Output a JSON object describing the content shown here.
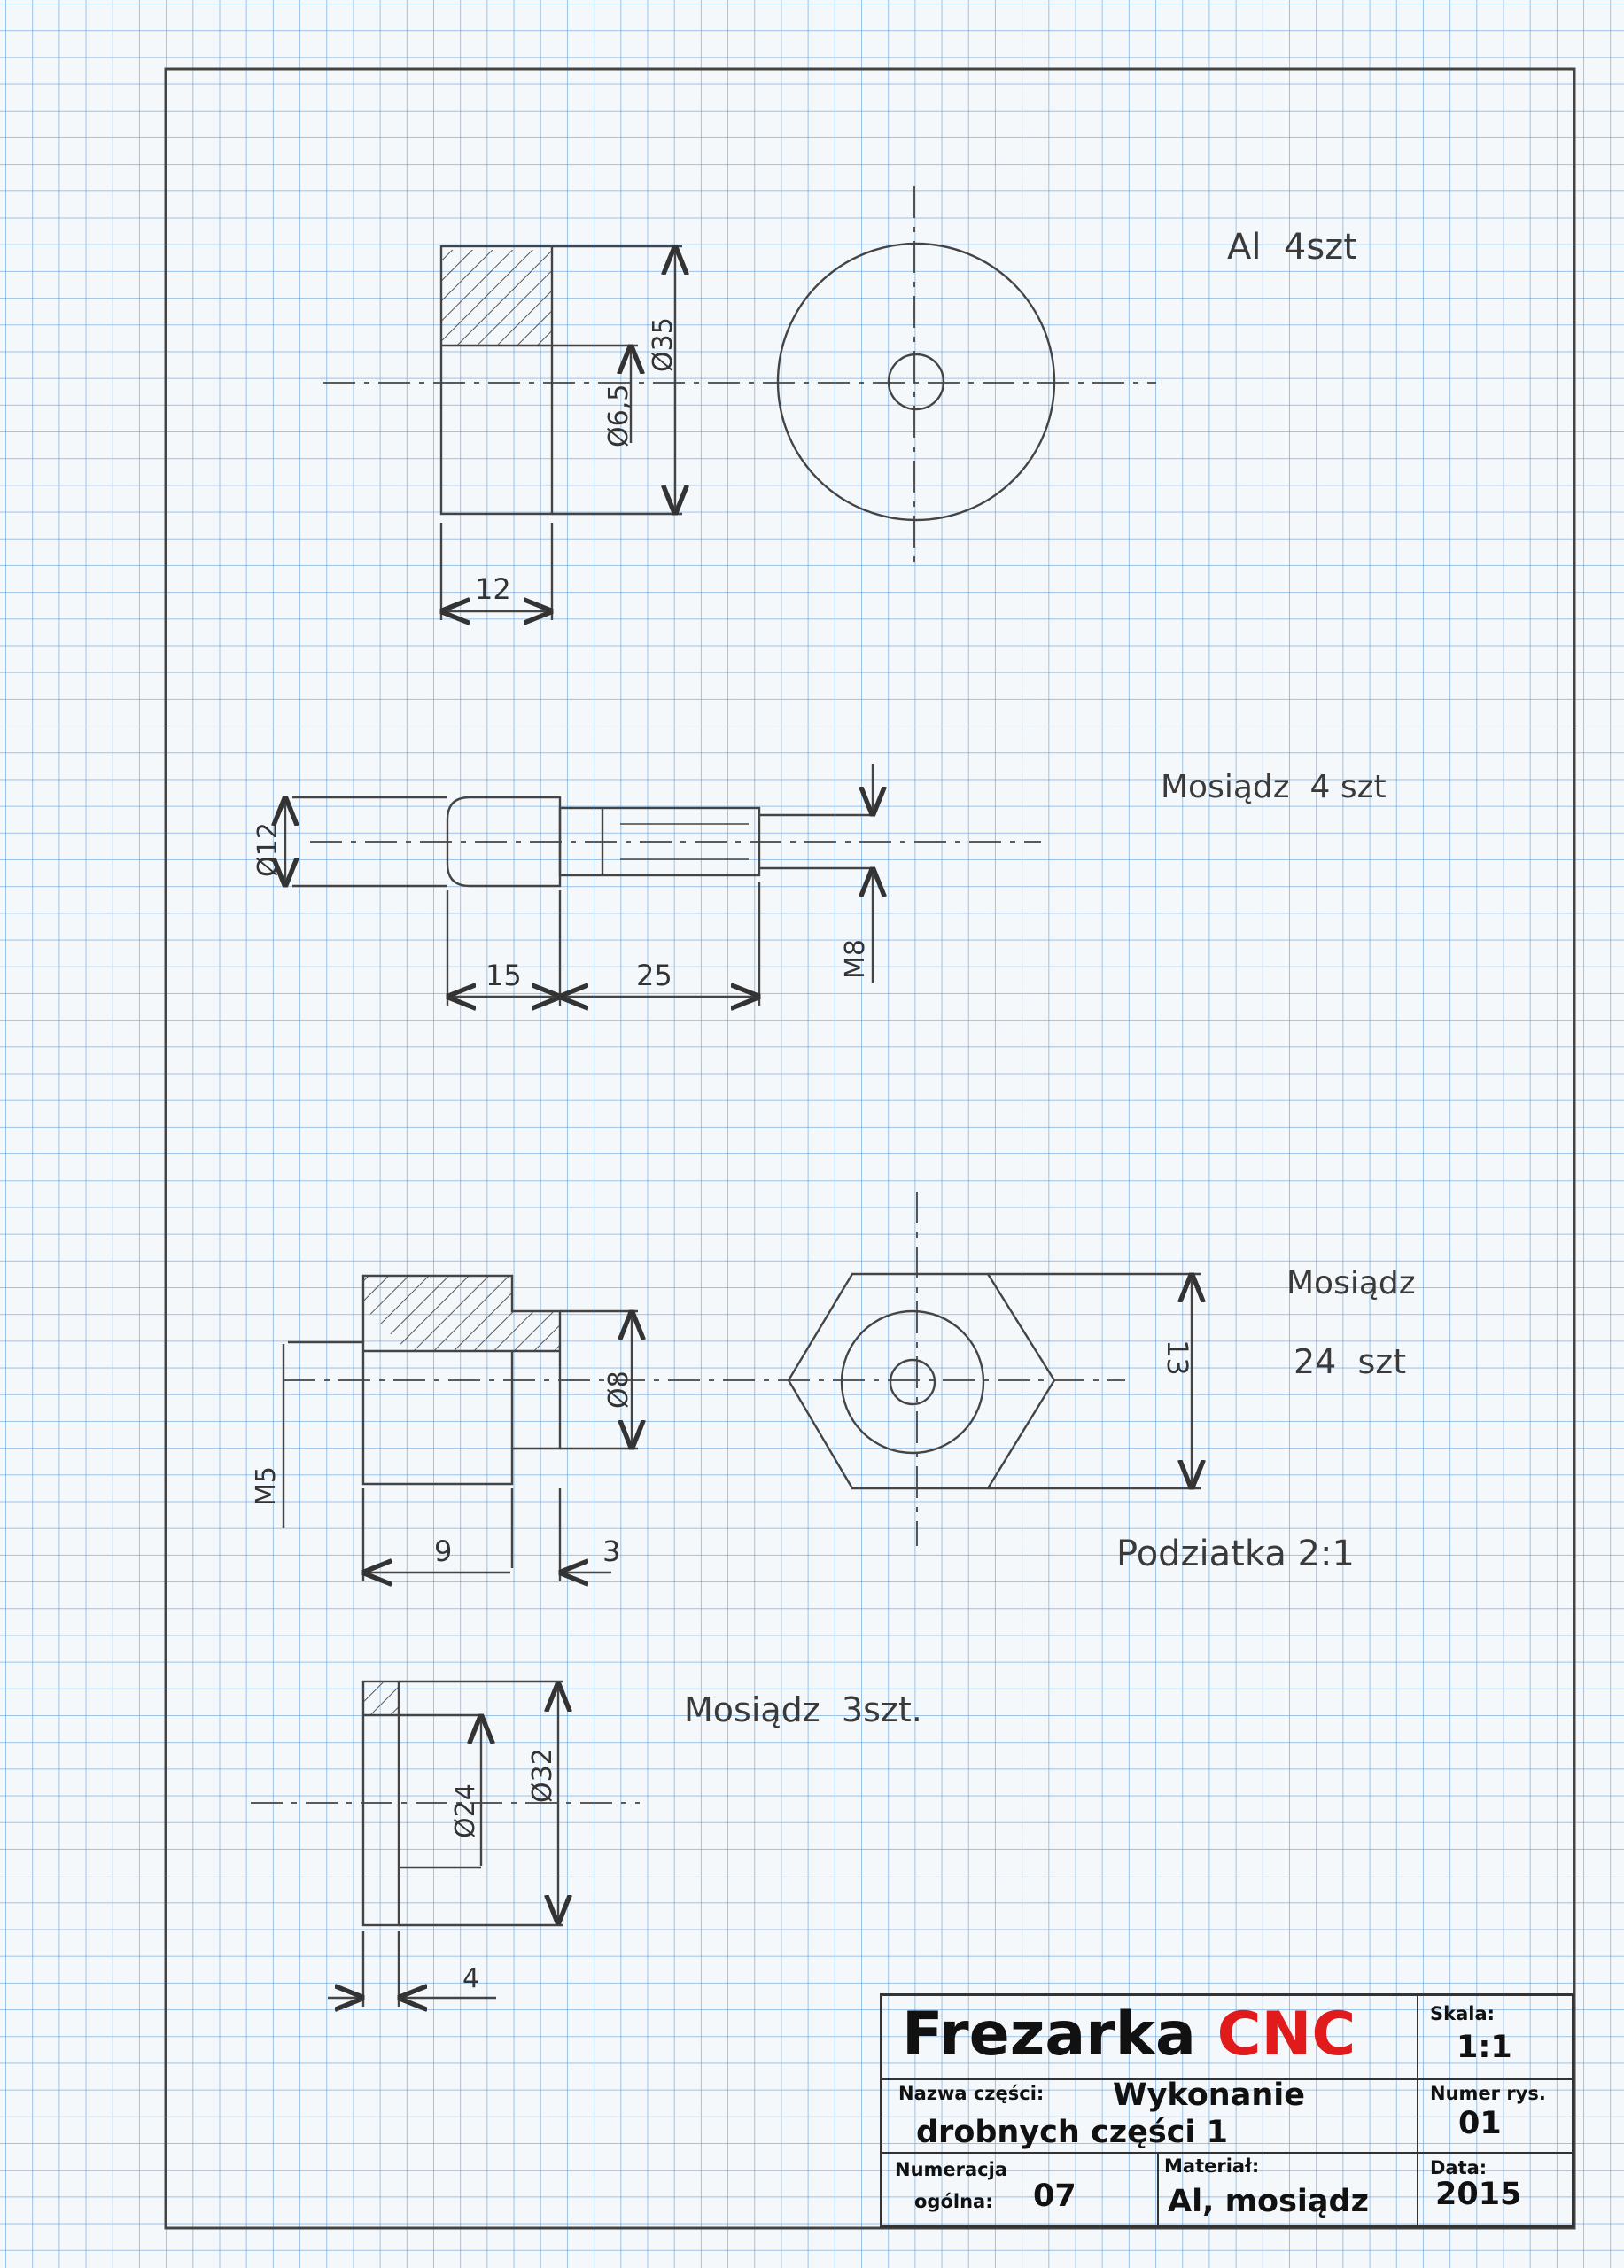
{
  "parts": [
    {
      "material_note": "Al  4szt",
      "dims": {
        "outer_diameter": "Ø35",
        "bore_diameter": "Ø6,5",
        "length": "12"
      }
    },
    {
      "material_note": "Mosiądz  4 szt",
      "dims": {
        "head_diameter": "Ø12",
        "head_length": "15",
        "thread_length": "25",
        "thread": "M8"
      }
    },
    {
      "material_note_line1": "Mosiądz",
      "material_note_line2": "24  szt",
      "scale_note": "Podziatka 2:1",
      "dims": {
        "shoulder_diameter": "Ø8",
        "thread": "M5",
        "length_1": "9",
        "length_2": "3",
        "hex_across_flats": "13"
      }
    },
    {
      "material_note": "Mosiądz  3szt.",
      "dims": {
        "outer_diameter": "Ø32",
        "inner_diameter": "Ø24",
        "thickness": "4"
      }
    }
  ],
  "title_block": {
    "title_word": "Frezarka",
    "title_accent": "CNC",
    "accent_color": "#e11b1b",
    "part_name_label": "Nazwa części:",
    "part_name_line1": "Wykonanie",
    "part_name_line2": "drobnych części 1",
    "numbering_label_line1": "Numeracja",
    "numbering_label_line2": "ogólna:",
    "numbering_value": "07",
    "material_label": "Materiał:",
    "material_value": "Al, mosiądz",
    "scale_label": "Skala:",
    "scale_value": "1:1",
    "drawing_number_label": "Numer rys.",
    "drawing_number_value": "01",
    "date_label": "Data:",
    "date_value": "2015"
  }
}
